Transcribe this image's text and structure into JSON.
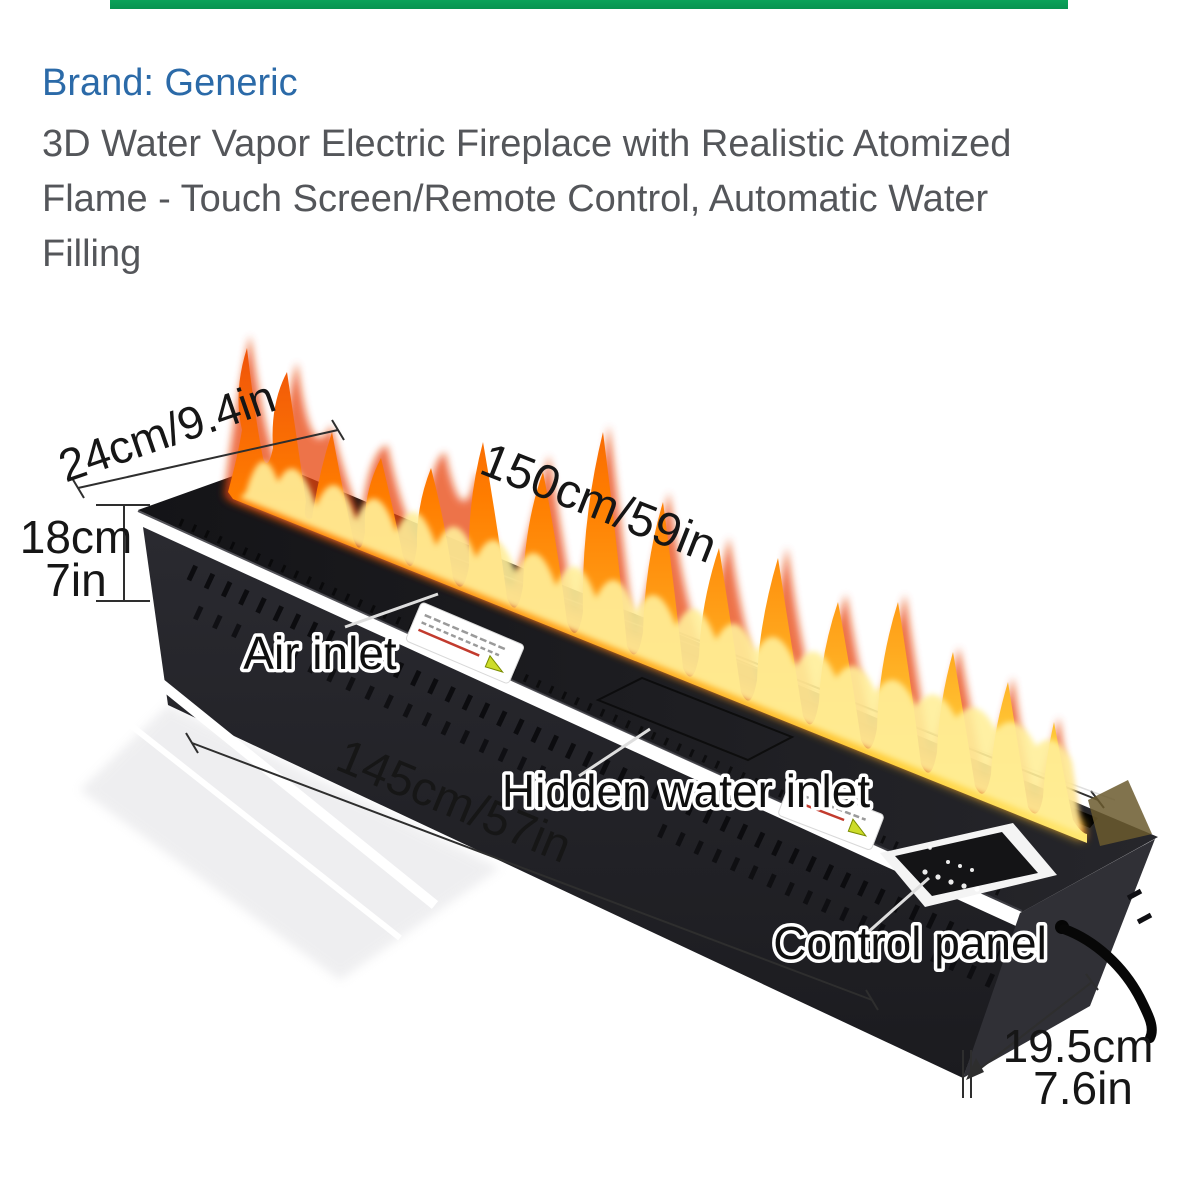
{
  "page": {
    "background": "#ffffff"
  },
  "top_bar": {
    "color": "#0a9b55"
  },
  "product": {
    "brand_label": "Brand: Generic",
    "brand_color": "#2b6aa8",
    "title": "3D Water Vapor Electric Fireplace with Realistic Atomized Flame - Touch Screen/Remote Control, Automatic Water Filling",
    "title_lines": [
      "3D Water Vapor Electric Fireplace with Realistic Atomized",
      "Flame - Touch Screen/Remote Control, Automatic Water",
      "Filling"
    ],
    "title_color": "#54565a"
  },
  "diagram": {
    "dimensions": {
      "top_depth": "24cm/9.4in",
      "top_length": "150cm/59in",
      "height_cm": "18cm",
      "height_in": "7in",
      "bottom_length": "145cm/57in",
      "bottom_depth_cm": "19.5cm",
      "bottom_depth_in": "7.6in"
    },
    "annotations": {
      "air_inlet": "Air inlet",
      "hidden_water_inlet": "Hidden water inlet",
      "control_panel": "Control panel"
    },
    "colors": {
      "body": "#232327",
      "top_plate": "#1a1a1e",
      "flame_core": "#ffe873",
      "flame_mid": "#ffa81e",
      "flame_deep": "#f0540a",
      "annotation_text": "#0f0f0f",
      "dimension_text": "#161616"
    }
  }
}
